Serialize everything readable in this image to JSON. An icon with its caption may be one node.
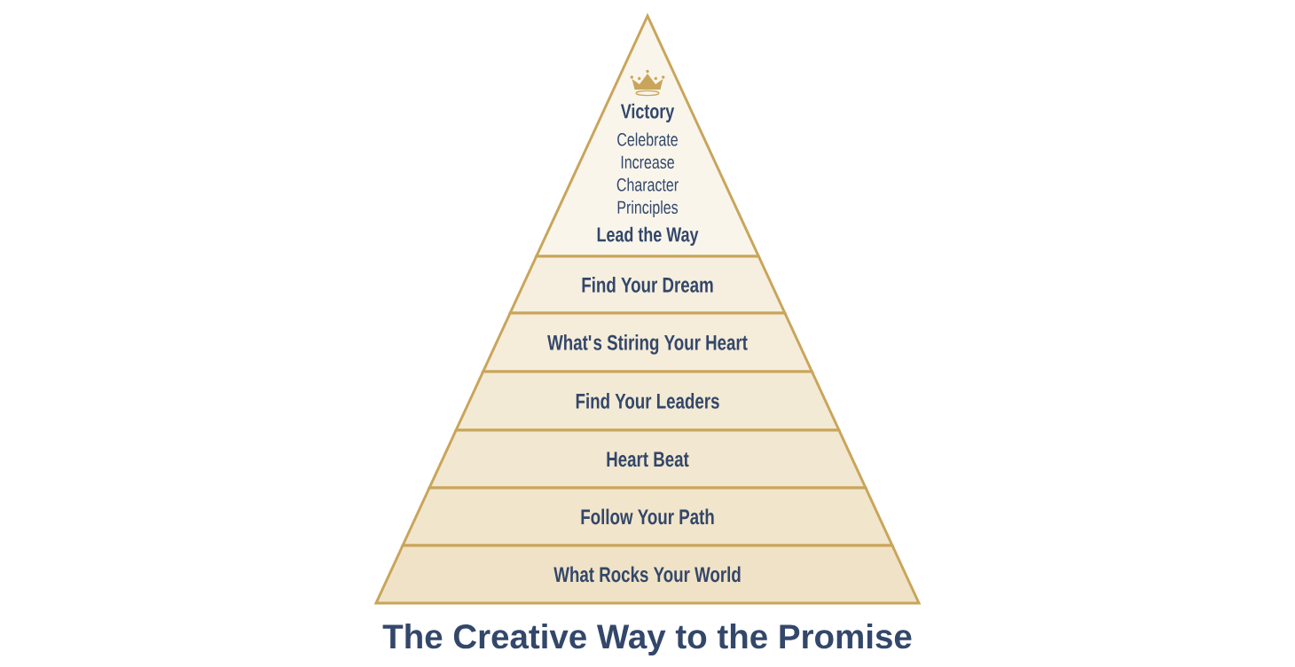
{
  "diagram": {
    "title": "The Creative Way to the Promise",
    "nodes": [
      {
        "text": [
          "Victory",
          "Celebrate",
          "Increase",
          "Character",
          "Principles",
          "Lead the Way"
        ]
      },
      {
        "text": [
          "Find Your Dream"
        ]
      },
      {
        "text": [
          "What's Stiring Your Heart"
        ]
      },
      {
        "text": [
          "Find Your Leaders"
        ]
      },
      {
        "text": [
          "Heart Beat"
        ]
      },
      {
        "text": [
          "Follow Your Path"
        ]
      },
      {
        "text": [
          "What Rocks Your World"
        ]
      }
    ]
  }
}
